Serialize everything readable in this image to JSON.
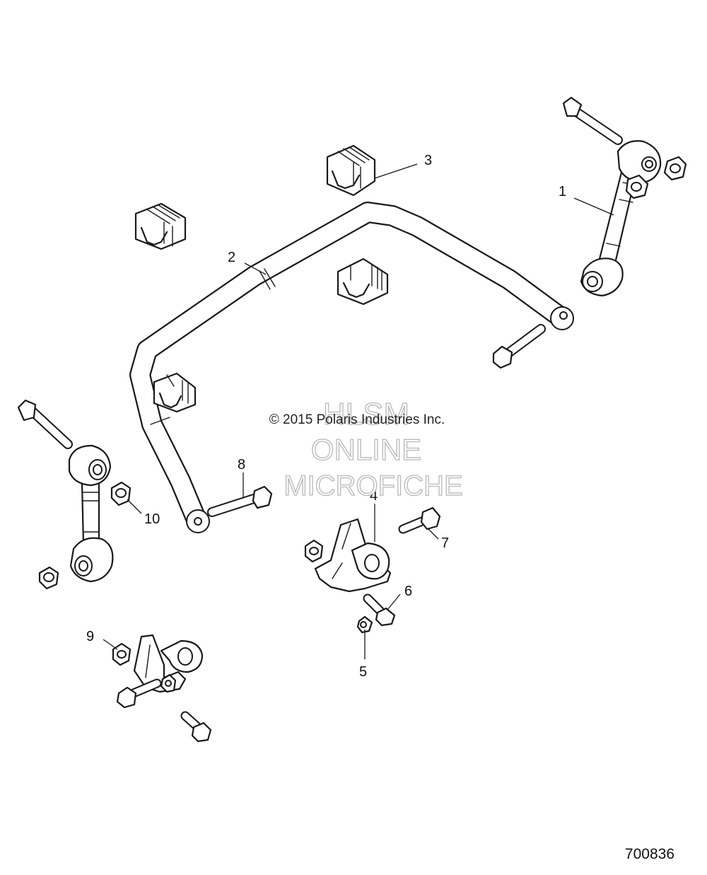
{
  "callouts": [
    {
      "id": "1",
      "label": "1"
    },
    {
      "id": "2",
      "label": "2"
    },
    {
      "id": "3",
      "label": "3"
    },
    {
      "id": "4",
      "label": "4"
    },
    {
      "id": "5",
      "label": "5"
    },
    {
      "id": "6",
      "label": "6"
    },
    {
      "id": "7",
      "label": "7"
    },
    {
      "id": "8",
      "label": "8"
    },
    {
      "id": "9",
      "label": "9"
    },
    {
      "id": "10",
      "label": "10"
    }
  ],
  "copyright": "© 2015 Polaris Industries Inc.",
  "watermark": {
    "line1": "HLSM",
    "line2": "ONLINE",
    "line3": "MICROFICHE",
    "color": "#b8b8b8"
  },
  "figure_number": "700836",
  "colors": {
    "line": "#1a1a1a",
    "background": "#ffffff"
  }
}
